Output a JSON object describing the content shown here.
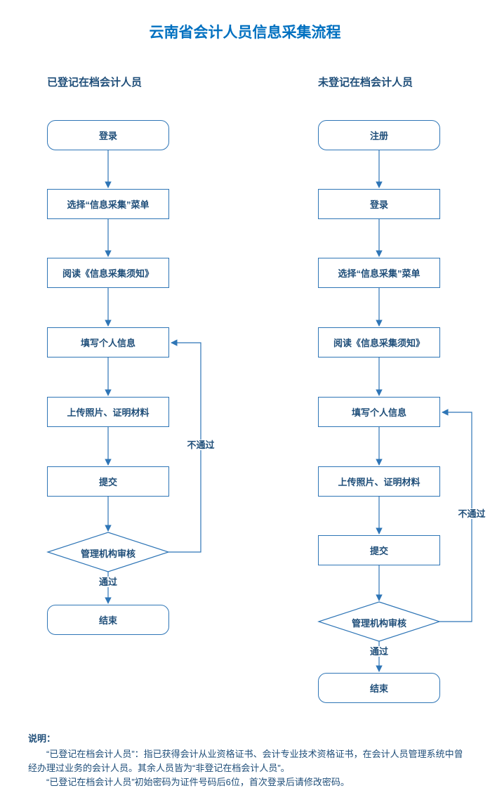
{
  "title": "云南省会计人员信息采集流程",
  "columns": {
    "left": {
      "header": "已登记在档会计人员",
      "nodes": [
        {
          "label": "登录"
        },
        {
          "label": "选择“信息采集”菜单"
        },
        {
          "label": "阅读《信息采集须知》"
        },
        {
          "label": "填写个人信息"
        },
        {
          "label": "上传照片、证明材料"
        },
        {
          "label": "提交"
        }
      ],
      "decision": "管理机构审核",
      "end": "结束",
      "pass_label": "通过",
      "fail_label": "不通过"
    },
    "right": {
      "header": "未登记在档会计人员",
      "nodes": [
        {
          "label": "注册"
        },
        {
          "label": "登录"
        },
        {
          "label": "选择“信息采集”菜单"
        },
        {
          "label": "阅读《信息采集须知》"
        },
        {
          "label": "填写个人信息"
        },
        {
          "label": "上传照片、证明材料"
        },
        {
          "label": "提交"
        }
      ],
      "decision": "管理机构审核",
      "end": "结束",
      "pass_label": "通过",
      "fail_label": "不通过"
    }
  },
  "notes": {
    "heading": "说明：",
    "paragraphs": [
      "“已登记在档会计人员”：指已获得会计从业资格证书、会计专业技术资格证书，在会计人员管理系统中曾经办理过业务的会计人员。其余人员皆为“非登记在档会计人员”。",
      "“已登记在档会计人员”初始密码为证件号码后6位，首次登录后请修改密码。"
    ]
  },
  "colors": {
    "title": "#0070C0",
    "line": "#2E75B6",
    "text": "#1F4E79"
  }
}
